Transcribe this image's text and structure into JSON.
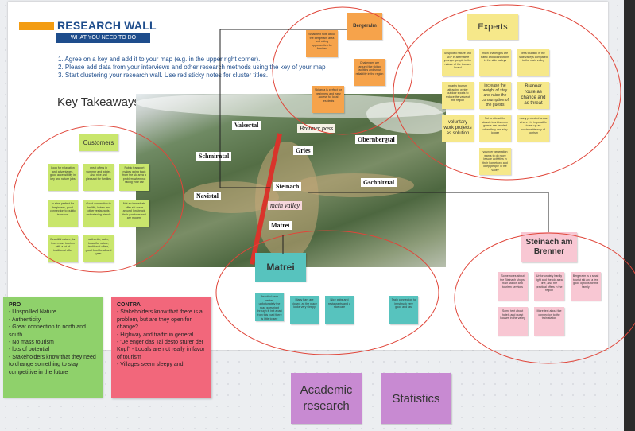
{
  "header": {
    "title": "RESEARCH WALL",
    "subtitle": "WHAT YOU NEED TO DO",
    "instructions": [
      "1. Agree on a key and add it to your map (e.g. in the upper right corner).",
      "2. Please add data from your interviews and other research methods using the key of your map",
      "3. Start clustering your research wall. Use red sticky notes for cluster titles."
    ]
  },
  "key_takeaways": "Key Takeaways",
  "map_places": {
    "valsertal": "Valsertal",
    "brenner_pass": "Brenner pass",
    "obernberg": "Obernbergtal",
    "schmirntal": "Schmirntal",
    "gries": "Gries",
    "navistal": "Navistal",
    "steinach": "Steinach",
    "gschnitztal": "Gschnitztal",
    "main_valley": "main valley",
    "matrei": "Matrei"
  },
  "bergeralm": {
    "title": "Bergeralm",
    "notes": [
      "Small text note about the Bergeralm area and skiing opportunities for families",
      "Challenges are around the skiing facilities and snow reliability in the region",
      "Ski area is perfect for beginners and easy access for local residents"
    ]
  },
  "experts": {
    "title": "Experts",
    "notes": [
      "unspoiled nature and SEP in alternative younger people in the nature of the tourism board",
      "main challenges are traffic and connections in the side valleys",
      "less touristic in the side valleys compared to the main valley",
      "nearby tourism attracting winter outdoor sports to reduce the value of the region",
      "increase the weight of stay and raise the consumption of the guests",
      "Brenner route as chance and as threat",
      "voluntary work projects as solution",
      "Not to attract the classic tourists more guests are needed when they can stay longer",
      "many protected areas where it is impossible to set up an sustainable way of tourism",
      "younger generation wants to do more leisure activities in their hometown and keep people in the valley"
    ]
  },
  "customers": {
    "title": "Customers",
    "notes": [
      "Look for relaxation and advantages, good accessibility in key and nature jobs",
      "great offers in summer and winter, also nice and pleasant for families",
      "Public transport makes going back from the ski area a problem when not taking your car",
      "to start perfect for beginners, good connection to public transport",
      "Good connection to the lifts, hotels and other restaurants and relaxing friends",
      "Not an immediate offer ski areas around Innsbruck, their gondolas and are modern",
      "Beautiful nature, far from mass tourism with a lot of traditional offer",
      "authentic, calm, beautiful nature, traditional offers, good food for all and year"
    ]
  },
  "matrei": {
    "title": "Matrei",
    "notes": [
      "Beautiful town center, unfortunately the road goes right through it, but apart from this road there is little to see",
      "Many bars are closed, as the place looks very sleepy",
      "Nice pubs and restaurants and a nice cafe",
      "Train connection to Innsbruck very good and fast"
    ]
  },
  "steinach_am_brenner": {
    "title": "Steinach am Brenner",
    "notes": [
      "Some notes about the Steinach shops, train station and tourism services",
      "Unfortunately hardly light and the old area line, also the practical offers in the region",
      "Bergeralm is a small tourist ski and a few good options for the family",
      "Some text about hotels and guest houses in the valley",
      "More text about the connection to the train station"
    ]
  },
  "pro": {
    "heading": "PRO",
    "items": [
      "- Unspoilled Nature",
      "- Authenticity",
      "- Great connection to north and south",
      "- No mass tourism",
      "- lots of potential",
      "- Stakeholders know that they need to change something to stay competitive in the future"
    ]
  },
  "contra": {
    "heading": "CONTRA",
    "items": [
      "- Stakeholders know that there is a problem, but are they open for change?",
      "- Highway and traffic in general",
      "- \"Je enger das Tal desto sturer der Kopf\" - Locals are not really in favor of tourism",
      "- Villages seem sleepy and"
    ]
  },
  "academic_research": "Academic research",
  "statistics": "Statistics",
  "colors": {
    "brand_blue": "#1e4d8c",
    "title_orange": "#f39c12",
    "cluster_circle": "#e0463a",
    "connector_line": "#222222"
  }
}
